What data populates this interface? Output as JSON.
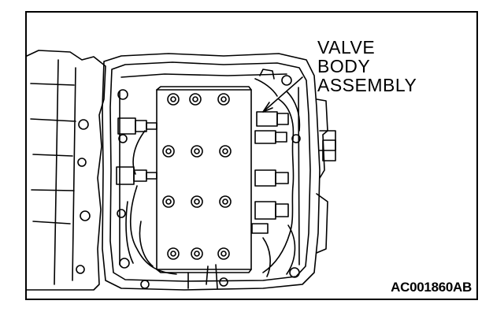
{
  "figure": {
    "callout_lines": [
      "VALVE",
      "BODY",
      "ASSEMBLY"
    ],
    "figure_code": "AC001860AB"
  },
  "colors": {
    "ink": "#000000",
    "paper": "#ffffff"
  }
}
